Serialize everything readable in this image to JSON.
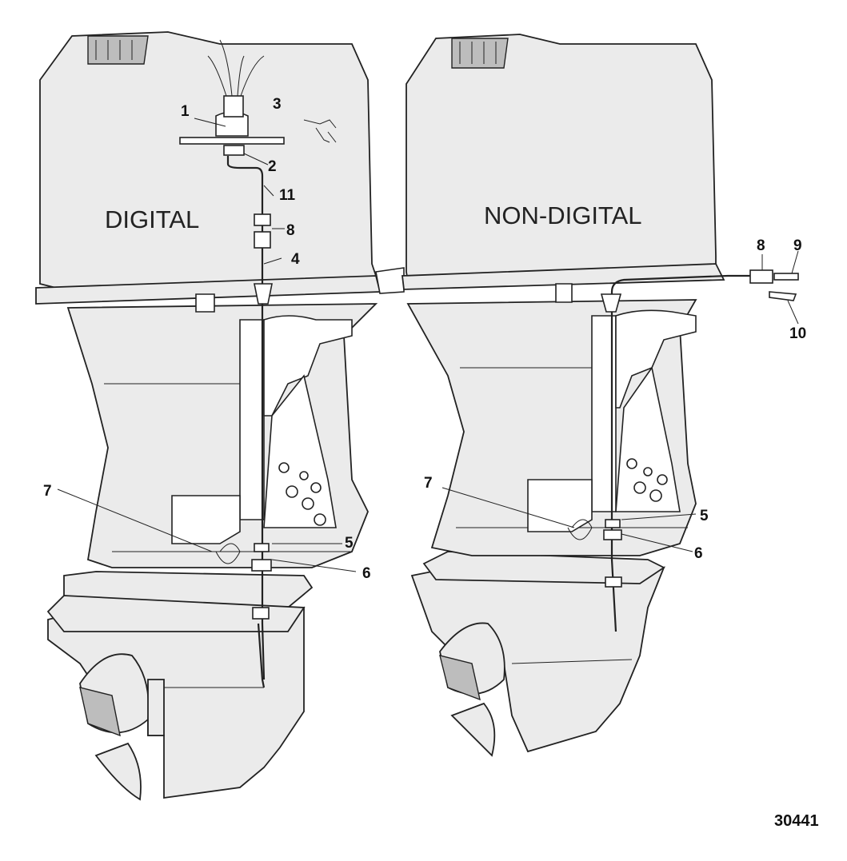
{
  "diagram": {
    "figure_number": "30441",
    "engines": [
      {
        "id": "digital",
        "cowl_label": "DIGITAL",
        "callouts": [
          "1",
          "2",
          "3",
          "11",
          "8",
          "4",
          "7",
          "5",
          "6"
        ]
      },
      {
        "id": "non_digital",
        "cowl_label": "NON-DIGITAL",
        "callouts": [
          "8",
          "9",
          "10",
          "7",
          "5",
          "6"
        ]
      }
    ]
  }
}
